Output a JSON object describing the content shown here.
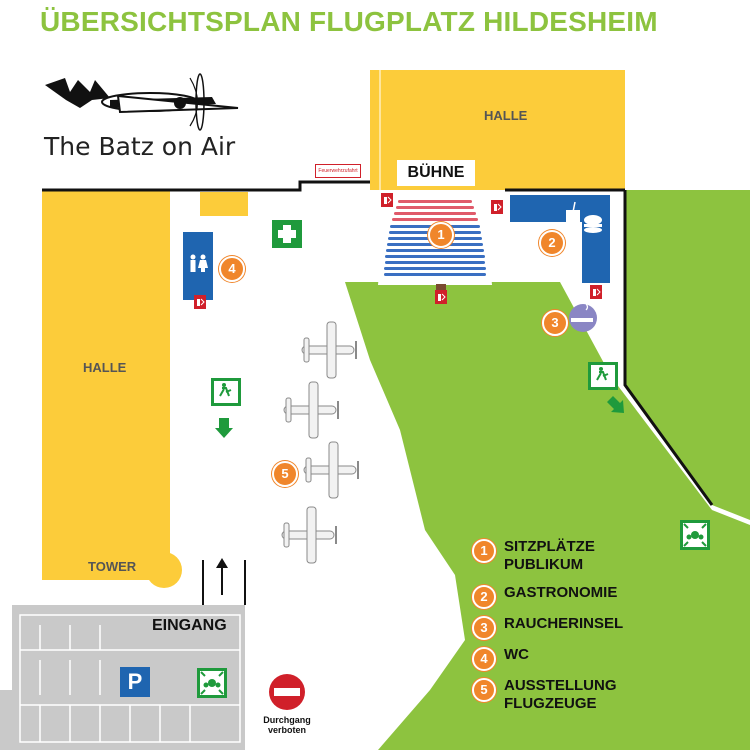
{
  "title": "ÜBERSICHTSPLAN FLUGPLATZ HILDESHEIM",
  "logo": {
    "text": "The Batz on Air"
  },
  "labels": {
    "halle_top": "HALLE",
    "halle_left": "HALLE",
    "tower": "TOWER",
    "buehne": "BÜHNE",
    "eingang": "EINGANG",
    "parking": "P",
    "feuerwehrzufahrt": "Feuerwehrzufahrt",
    "durchgang_verboten": "Durchgang verboten"
  },
  "markers": [
    "1",
    "2",
    "3",
    "4",
    "5"
  ],
  "legend": [
    {
      "num": "1",
      "lines": [
        "SITZPLÄTZE",
        "PUBLIKUM"
      ]
    },
    {
      "num": "2",
      "lines": [
        "GASTRONOMIE"
      ]
    },
    {
      "num": "3",
      "lines": [
        "RAUCHERINSEL"
      ]
    },
    {
      "num": "4",
      "lines": [
        "WC"
      ]
    },
    {
      "num": "5",
      "lines": [
        "AUSSTELLUNG",
        "FLUGZEUGE"
      ]
    }
  ],
  "icons": [
    "first-aid-icon",
    "emergency-exit-icon",
    "wc-icon",
    "food-drink-icon",
    "smoking-icon",
    "fire-extinguisher-icon",
    "assembly-point-icon",
    "parking-icon",
    "no-entry-icon",
    "aircraft-icon",
    "arrow-icon"
  ],
  "colors": {
    "green": "#8dc33f",
    "yellow": "#fccc3a",
    "blue": "#1f65b0",
    "orange": "#f0862b",
    "grey": "#c9c9c9",
    "exit_green": "#1f9a3c",
    "red": "#d0202a"
  }
}
